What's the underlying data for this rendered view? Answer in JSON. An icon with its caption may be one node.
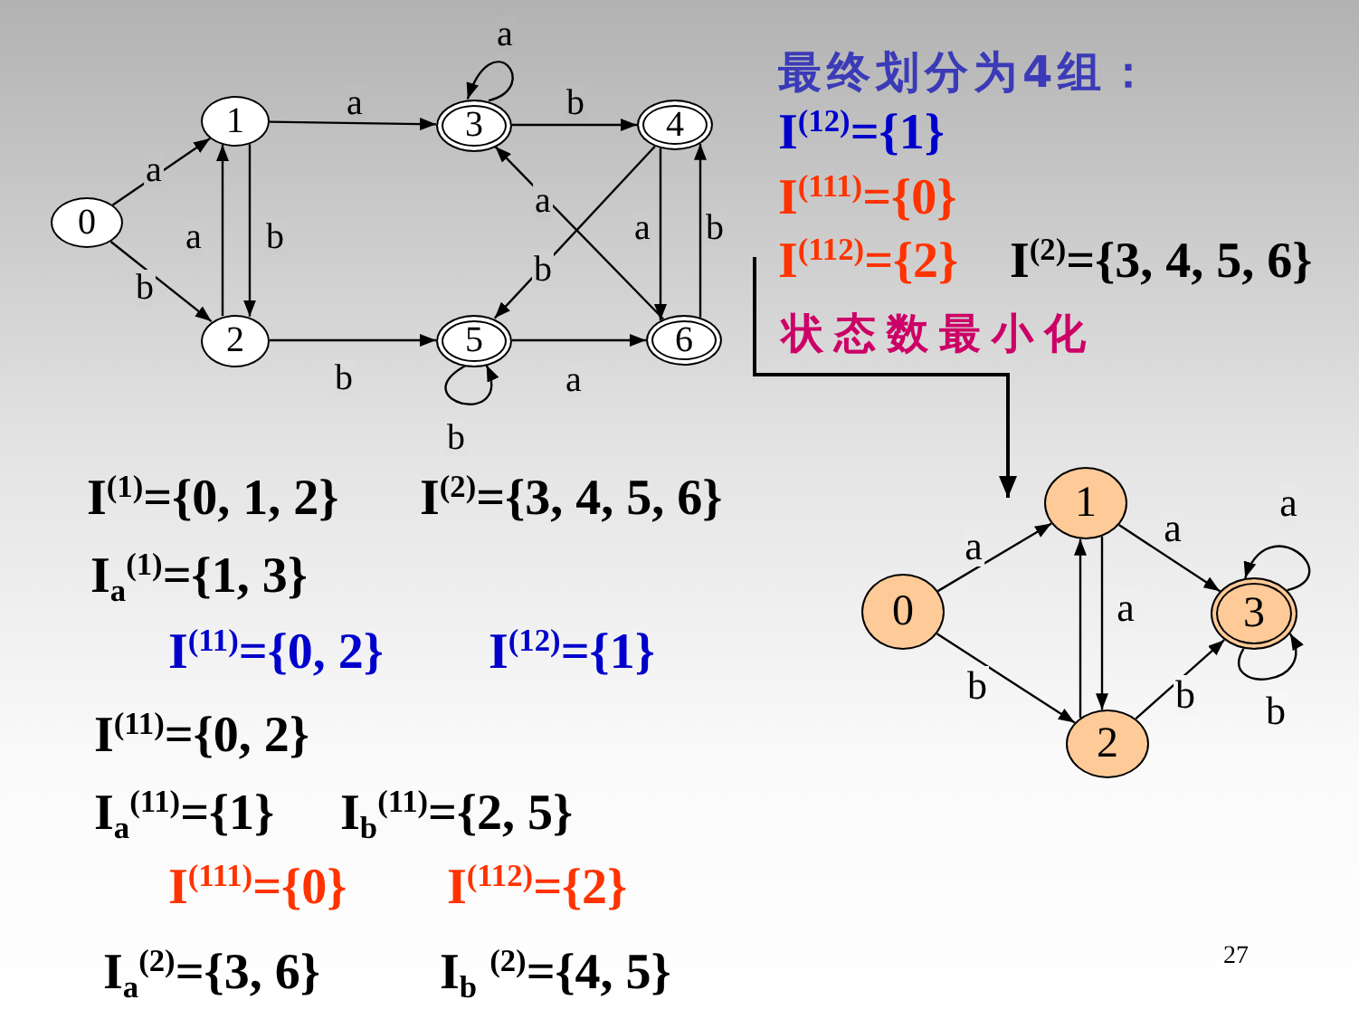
{
  "diagram": {
    "nodes": [
      {
        "text": [
          "0"
        ]
      },
      {
        "text": [
          "1"
        ]
      },
      {
        "text": [
          "2"
        ]
      },
      {
        "text": [
          "3"
        ]
      },
      {
        "text": [
          "4"
        ]
      },
      {
        "text": [
          "5"
        ]
      },
      {
        "text": [
          "6"
        ]
      },
      {
        "text": [
          "0"
        ]
      },
      {
        "text": [
          "1"
        ]
      },
      {
        "text": [
          "2"
        ]
      },
      {
        "text": [
          "3"
        ]
      }
    ],
    "edges": [
      {
        "from": 0,
        "to": 1,
        "arrow": "to",
        "label": "a"
      },
      {
        "from": 0,
        "to": 2,
        "arrow": "to",
        "label": "b"
      },
      {
        "from": 2,
        "to": 1,
        "arrow": "to",
        "label": "a"
      },
      {
        "from": 1,
        "to": 2,
        "arrow": "to",
        "label": "b"
      },
      {
        "from": 1,
        "to": 3,
        "arrow": "to",
        "label": "a"
      },
      {
        "from": 3,
        "to": 3,
        "arrow": "to",
        "label": "a"
      },
      {
        "from": 3,
        "to": 4,
        "arrow": "to",
        "label": "b"
      },
      {
        "from": 4,
        "to": 5,
        "arrow": "to",
        "label": "b"
      },
      {
        "from": 6,
        "to": 3,
        "arrow": "to",
        "label": "a"
      },
      {
        "from": 4,
        "to": 6,
        "arrow": "to",
        "label": "a"
      },
      {
        "from": 6,
        "to": 4,
        "arrow": "to",
        "label": "b"
      },
      {
        "from": 2,
        "to": 5,
        "arrow": "to",
        "label": "b"
      },
      {
        "from": 5,
        "to": 5,
        "arrow": "to",
        "label": "b"
      },
      {
        "from": 5,
        "to": 6,
        "arrow": "to",
        "label": "a"
      },
      {
        "from": 7,
        "to": 8,
        "arrow": "to",
        "label": "a"
      },
      {
        "from": 7,
        "to": 9,
        "arrow": "to",
        "label": "b"
      },
      {
        "from": 9,
        "to": 8,
        "arrow": "to"
      },
      {
        "from": 8,
        "to": 9,
        "arrow": "to",
        "label": "a"
      },
      {
        "from": 8,
        "to": 10,
        "arrow": "to",
        "label": "a"
      },
      {
        "from": 9,
        "to": 10,
        "arrow": "to",
        "label": "b"
      },
      {
        "from": 10,
        "to": 10,
        "arrow": "to",
        "label": "a"
      },
      {
        "from": 10,
        "to": 10,
        "arrow": "to",
        "label": "b"
      }
    ],
    "labels": [
      "最终划分为4组：",
      "I$^{(12)}$={1}",
      "I$^{(111)}$={0}",
      "I$^{(112)}$={2}",
      "I$^{(2)}$={3, 4, 5, 6}",
      "状态数最小化",
      "I$^{(1)}$={0, 1, 2}",
      "I$^{(2)}$={3, 4, 5, 6}",
      "I$_{a}$$^{(1)}$={1, 3}",
      "I$^{(11)}$={0, 2}",
      "I$^{(12)}$={1}",
      "I$^{(11)}$={0, 2}",
      "I$_{a}$$^{(11)}$={1}",
      "I$_{b}$$^{(11)}$={2, 5}",
      "I$^{(111)}$={0}",
      "I$^{(112)}$={2}",
      "I$_{a}$$^{(2)}$={3, 6}",
      "I$_{b}$ $^{(2)}$={4, 5}",
      "27"
    ]
  }
}
